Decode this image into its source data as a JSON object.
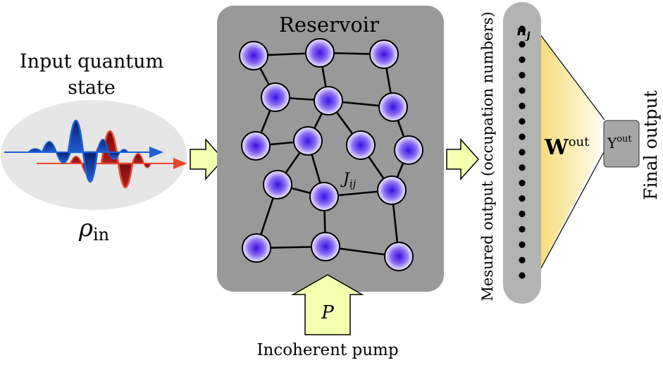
{
  "input": {
    "title_line1": "Input quantum",
    "title_line2": "state",
    "rho_symbol": "ρ",
    "rho_subscript": "in"
  },
  "reservoir": {
    "title": "Reservoir",
    "coupling_label": "J",
    "coupling_subscript": "ij",
    "nodes": [
      {
        "id": "a1",
        "col": "left",
        "row": 1
      },
      {
        "id": "a2",
        "col": "mid",
        "row": 1
      },
      {
        "id": "a3",
        "col": "right",
        "row": 1
      },
      {
        "id": "b1",
        "col": "left",
        "row": 2
      },
      {
        "id": "b2",
        "col": "mid",
        "row": 2
      },
      {
        "id": "b3",
        "col": "right",
        "row": 2
      },
      {
        "id": "c1",
        "col": "left",
        "row": 3
      },
      {
        "id": "c2",
        "col": "midleft",
        "row": 3
      },
      {
        "id": "c3",
        "col": "midright",
        "row": 3
      },
      {
        "id": "c4",
        "col": "right",
        "row": 3
      },
      {
        "id": "d1",
        "col": "left",
        "row": 4
      },
      {
        "id": "d2",
        "col": "mid",
        "row": 4
      },
      {
        "id": "d3",
        "col": "right",
        "row": 4
      },
      {
        "id": "e1",
        "col": "left",
        "row": 5
      },
      {
        "id": "e2",
        "col": "mid",
        "row": 5
      },
      {
        "id": "e3",
        "col": "right",
        "row": 5
      }
    ],
    "edges": [
      [
        "a1",
        "a2"
      ],
      [
        "a2",
        "a3"
      ],
      [
        "a1",
        "b1"
      ],
      [
        "a2",
        "b2"
      ],
      [
        "a3",
        "b3"
      ],
      [
        "b1",
        "b2"
      ],
      [
        "b2",
        "b3"
      ],
      [
        "b1",
        "c1"
      ],
      [
        "b2",
        "c2"
      ],
      [
        "b2",
        "c3"
      ],
      [
        "b3",
        "c4"
      ],
      [
        "c1",
        "c2"
      ],
      [
        "c2",
        "d1"
      ],
      [
        "c2",
        "d2"
      ],
      [
        "c3",
        "d3"
      ],
      [
        "c4",
        "d3"
      ],
      [
        "d1",
        "d2"
      ],
      [
        "d2",
        "d3"
      ],
      [
        "d1",
        "e1"
      ],
      [
        "d2",
        "e2"
      ],
      [
        "d3",
        "e3"
      ],
      [
        "e1",
        "e2"
      ],
      [
        "e2",
        "e3"
      ]
    ]
  },
  "pump": {
    "symbol": "P",
    "label": "Incoherent pump"
  },
  "output": {
    "measured_label": "Mesured output (occupation numbers)",
    "node_label": "n",
    "node_subscript": "j",
    "dot_count": 17,
    "weights_label": "W",
    "weights_superscript": "out",
    "y_label": "Y",
    "y_superscript": "out",
    "final_label": "Final output"
  },
  "colors": {
    "reservoir_fill": "#999999",
    "arrow_fill": "#f4ffb0",
    "node_center": "#3a10e6",
    "node_edge": "#f2eeff",
    "wave_blue": "#1f5fd6",
    "wave_blue_dark": "#0b1f6e",
    "wave_red": "#e84a30",
    "wave_red_dark": "#7a0d0d",
    "ellipse_fill": "#e6e6e6",
    "fan_yellow": "#f8e690",
    "column_fill": "#b3b3b3",
    "y_box_fill": "#a6a6a6"
  }
}
